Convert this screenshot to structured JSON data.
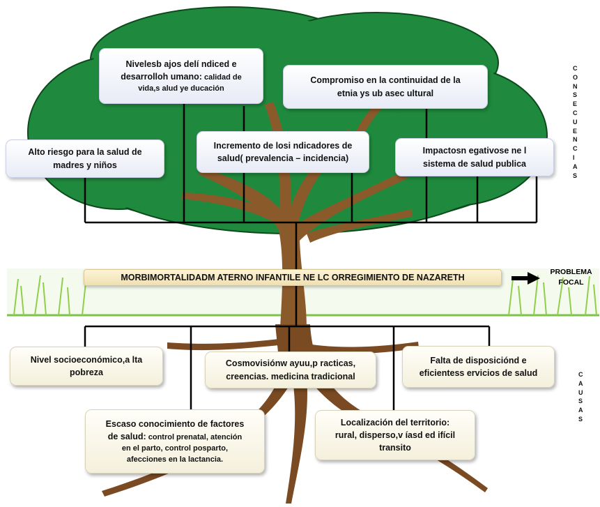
{
  "focal_problem": "MORBIMORTALIDADM ATERNO INFANTILE NE LC ORREGIMIENTO DE NAZARETH",
  "focal_label": [
    "PROBLEMA",
    "FOCAL"
  ],
  "consecuencias": {
    "vertical_label": [
      "C",
      "O",
      "N",
      "S",
      "E",
      "C",
      "U",
      "E",
      "N",
      "C",
      "I",
      "A",
      "S"
    ],
    "c1": {
      "line1": "Nivelesb ajos delí ndiced e",
      "line2": "desarrolloh umano:",
      "line2b": " calidad de",
      "line3": "vida,s alud ye ducación"
    },
    "c2": {
      "line1": "Compromiso en la continuidad de la",
      "line2": "etnia ys ub asec ultural"
    },
    "c3": {
      "line1": "Alto riesgo para la salud de",
      "line2": "madres y niños"
    },
    "c4": {
      "line1": "Incremento de losi ndicadores de",
      "line2": "salud( prevalencia – incidencia)"
    },
    "c5": {
      "line1": "Impactosn egativose ne l",
      "line2": "sistema de  salud publica"
    }
  },
  "causas": {
    "vertical_label": [
      "C",
      "A",
      "U",
      "S",
      "A",
      "S"
    ],
    "k1": {
      "line1": "Nivel socioeconómico,a lta",
      "line2": "pobreza"
    },
    "k2": {
      "line1": "Cosmovisiónw ayuu,p racticas,",
      "line2": "creencias. medicina tradicional"
    },
    "k3": {
      "line1": "Falta de disposiciónd e",
      "line2": "eficientess ervicios de salud"
    },
    "k4": {
      "line1": "Escaso conocimiento de factores",
      "line2a": "de salud:",
      "line2b": " control prenatal, atención",
      "line3": "en el parto, control posparto,",
      "line4": "afecciones en la lactancia."
    },
    "k5": {
      "line1": "Localización del territorio:",
      "line2": "rural, disperso,v íasd ed ifícil",
      "line3": "transito"
    }
  },
  "colors": {
    "foliage": "#1f8a3d",
    "trunk": "#8b5a2b",
    "grass": "#8fcf4a",
    "lines": "#000000"
  }
}
